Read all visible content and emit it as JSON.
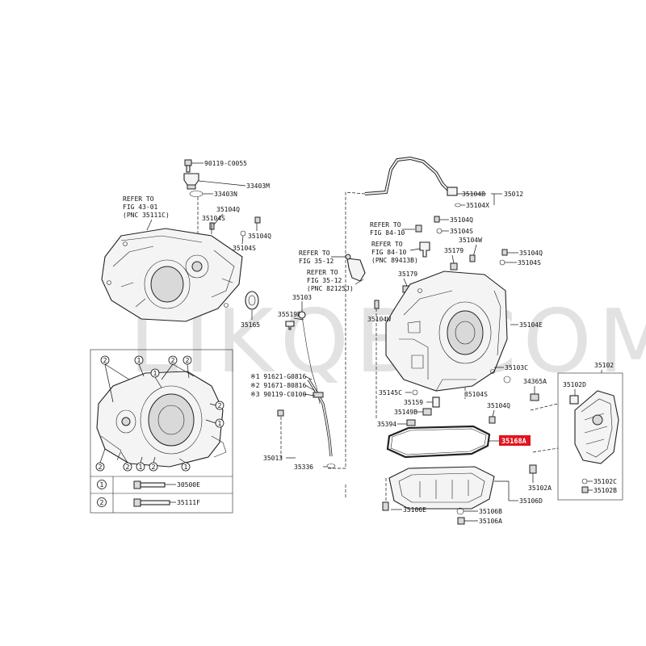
{
  "watermark": "LIKQB.COM",
  "highlight_part": {
    "label": "35168A",
    "color": "#e0141e"
  },
  "refs": {
    "r1": [
      "REFER TO",
      "FIG 43-01",
      "(PNC 35111C)"
    ],
    "r2": [
      "REFER TO",
      "FIG 84-10"
    ],
    "r3": [
      "REFER TO",
      "FIG 84-10",
      "(PNC 89413B)"
    ],
    "r4": [
      "REFER TO",
      "FIG 35-12"
    ],
    "r5": [
      "REFER TO",
      "FIG 35-12",
      "(PNC 82125J)"
    ]
  },
  "labels": {
    "l_90119c0055": "90119-C0055",
    "l_33403m": "33403M",
    "l_33403n": "33403N",
    "l_35104q_a": "35104Q",
    "l_35104s_a": "35104S",
    "l_35104q_b": "35104Q",
    "l_35104s_b": "35104S",
    "l_35165": "35165",
    "l_35104b": "35104B",
    "l_35012": "35012",
    "l_35104x": "35104X",
    "l_35104q_c": "35104Q",
    "l_35104s_c": "35104S",
    "l_35104w_a": "35104W",
    "l_35179_a": "35179",
    "l_35104q_d": "35104Q",
    "l_35104s_d": "35104S",
    "l_35179_b": "35179",
    "l_35103": "35103",
    "l_35519d": "35519D",
    "l_35104w_b": "35104W",
    "l_35104e": "35104E",
    "l_35103c": "35103C",
    "l_34365a": "34365A",
    "l_35102": "35102",
    "l_35102d": "35102D",
    "l_35145c": "35145C",
    "l_35104s_e": "35104S",
    "l_35159": "35159",
    "l_35104q_e": "35104Q",
    "l_35149b": "35149B",
    "l_35394": "35394",
    "l_35013": "35013",
    "l_35336": "35336",
    "l_35102a": "35102A",
    "l_35102c": "35102C",
    "l_35102b": "35102B",
    "l_35106e": "35106E",
    "l_35106d": "35106D",
    "l_35106b": "35106B",
    "l_35106a": "35106A",
    "l_91621": "※1 91621-G0816",
    "l_91671": "※2 91671-80816",
    "l_90119": "※3 90119-C0100"
  },
  "legend_rows": [
    {
      "marker": "1",
      "part": "30500E"
    },
    {
      "marker": "2",
      "part": "35111F"
    }
  ],
  "inset_marker_1": "1",
  "inset_marker_2": "2"
}
